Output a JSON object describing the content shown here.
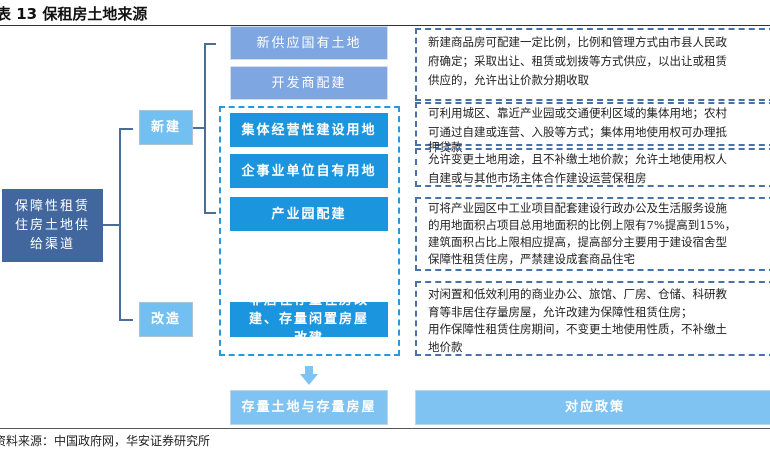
{
  "title": "表 13 保租房土地来源",
  "root": "保障性租赁住房土地供给渠道",
  "categories": {
    "new_build": "新建",
    "renovate": "改造"
  },
  "sources": [
    "新供应国有土地",
    "开发商配建",
    "集体经营性建设用地",
    "企事业单位自有用地",
    "产业园配建",
    "非居住存量住房改建、存量闲置房屋改建"
  ],
  "bottom": {
    "left": "存量土地与存量房屋",
    "right": "对应政策"
  },
  "policies": [
    [
      "新建商品房可配建一定比例，比例和管理方式由市县人民政",
      "府确定；采取出让、租赁或划拨等方式供应，以出让或租赁",
      "供应的，允许出让价款分期收取"
    ],
    [
      "可利用城区、靠近产业园或交通便利区域的集体用地；农村",
      "可通过自建或连营、入股等方式；集体用地使用权可办理抵",
      "押贷款"
    ],
    [
      "允许变更土地用途，且不补缴土地价款；允许土地使用权人",
      "自建或与其他市场主体合作建设运营保租房"
    ],
    [
      "可将产业园区中工业项目配套建设行政办公及生活服务设施",
      "的用地面积占项目总用地面积的比例上限有7%提高到15%，",
      "建筑面积占比上限相应提高，提高部分主要用于建设宿舍型",
      "保障性租赁住房，严禁建设成套商品住宅"
    ],
    [
      "对闲置和低效利用的商业办公、旅馆、厂房、仓储、科研教",
      "育等非居住存量房屋，允许改建为保障性租赁住房；",
      "用作保障性租赁住房期间，不变更土地使用性质，不补缴土",
      "地价款"
    ]
  ],
  "source_note": "资料来源：中国政府网，华安证券研究所"
}
